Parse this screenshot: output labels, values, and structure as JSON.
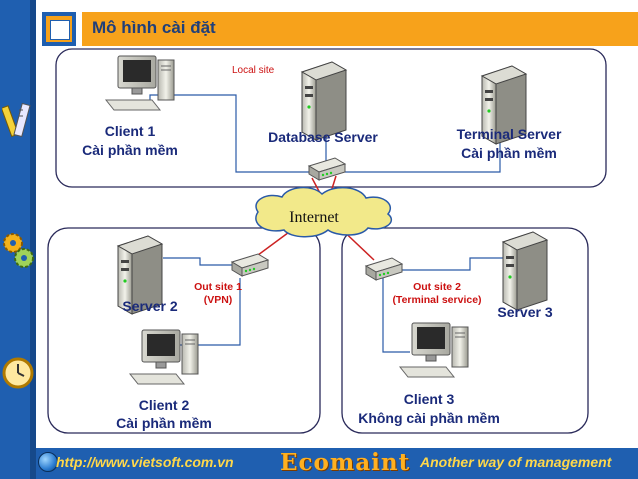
{
  "header": {
    "title": "Mô hình cài đặt"
  },
  "diagram": {
    "local_site_label": "Local site",
    "internet_label": "Internet",
    "client1": {
      "line1": "Client 1",
      "line2": "Cài phần mềm"
    },
    "database_server": "Database Server",
    "terminal_server": {
      "line1": "Terminal Server",
      "line2": "Cài phần mềm"
    },
    "server2": "Server 2",
    "outsite1": {
      "line1": "Out site 1",
      "line2": "(VPN)"
    },
    "client2": {
      "line1": "Client 2",
      "line2": "Cài phần mềm"
    },
    "outsite2": {
      "line1": "Out site 2",
      "line2": "(Terminal service)"
    },
    "server3": "Server 3",
    "client3": {
      "line1": "Client 3",
      "line2": "Không cài phần mềm"
    }
  },
  "footer": {
    "url": "http://www.vietsoft.com.vn",
    "brand": "Ecomaint",
    "tagline": "Another way of management"
  },
  "colors": {
    "blue": "#1f5fb0",
    "orange": "#f7a21b",
    "link_red": "#cc2222",
    "label_red": "#cc1111",
    "label_navy": "#1a2a7a",
    "cloud": "#f2e98a"
  },
  "icons": [
    "pencil-ruler-icon",
    "gears-icon",
    "clock-icon",
    "globe-icon",
    "computer-icon",
    "server-icon",
    "router-icon",
    "cloud-icon"
  ]
}
